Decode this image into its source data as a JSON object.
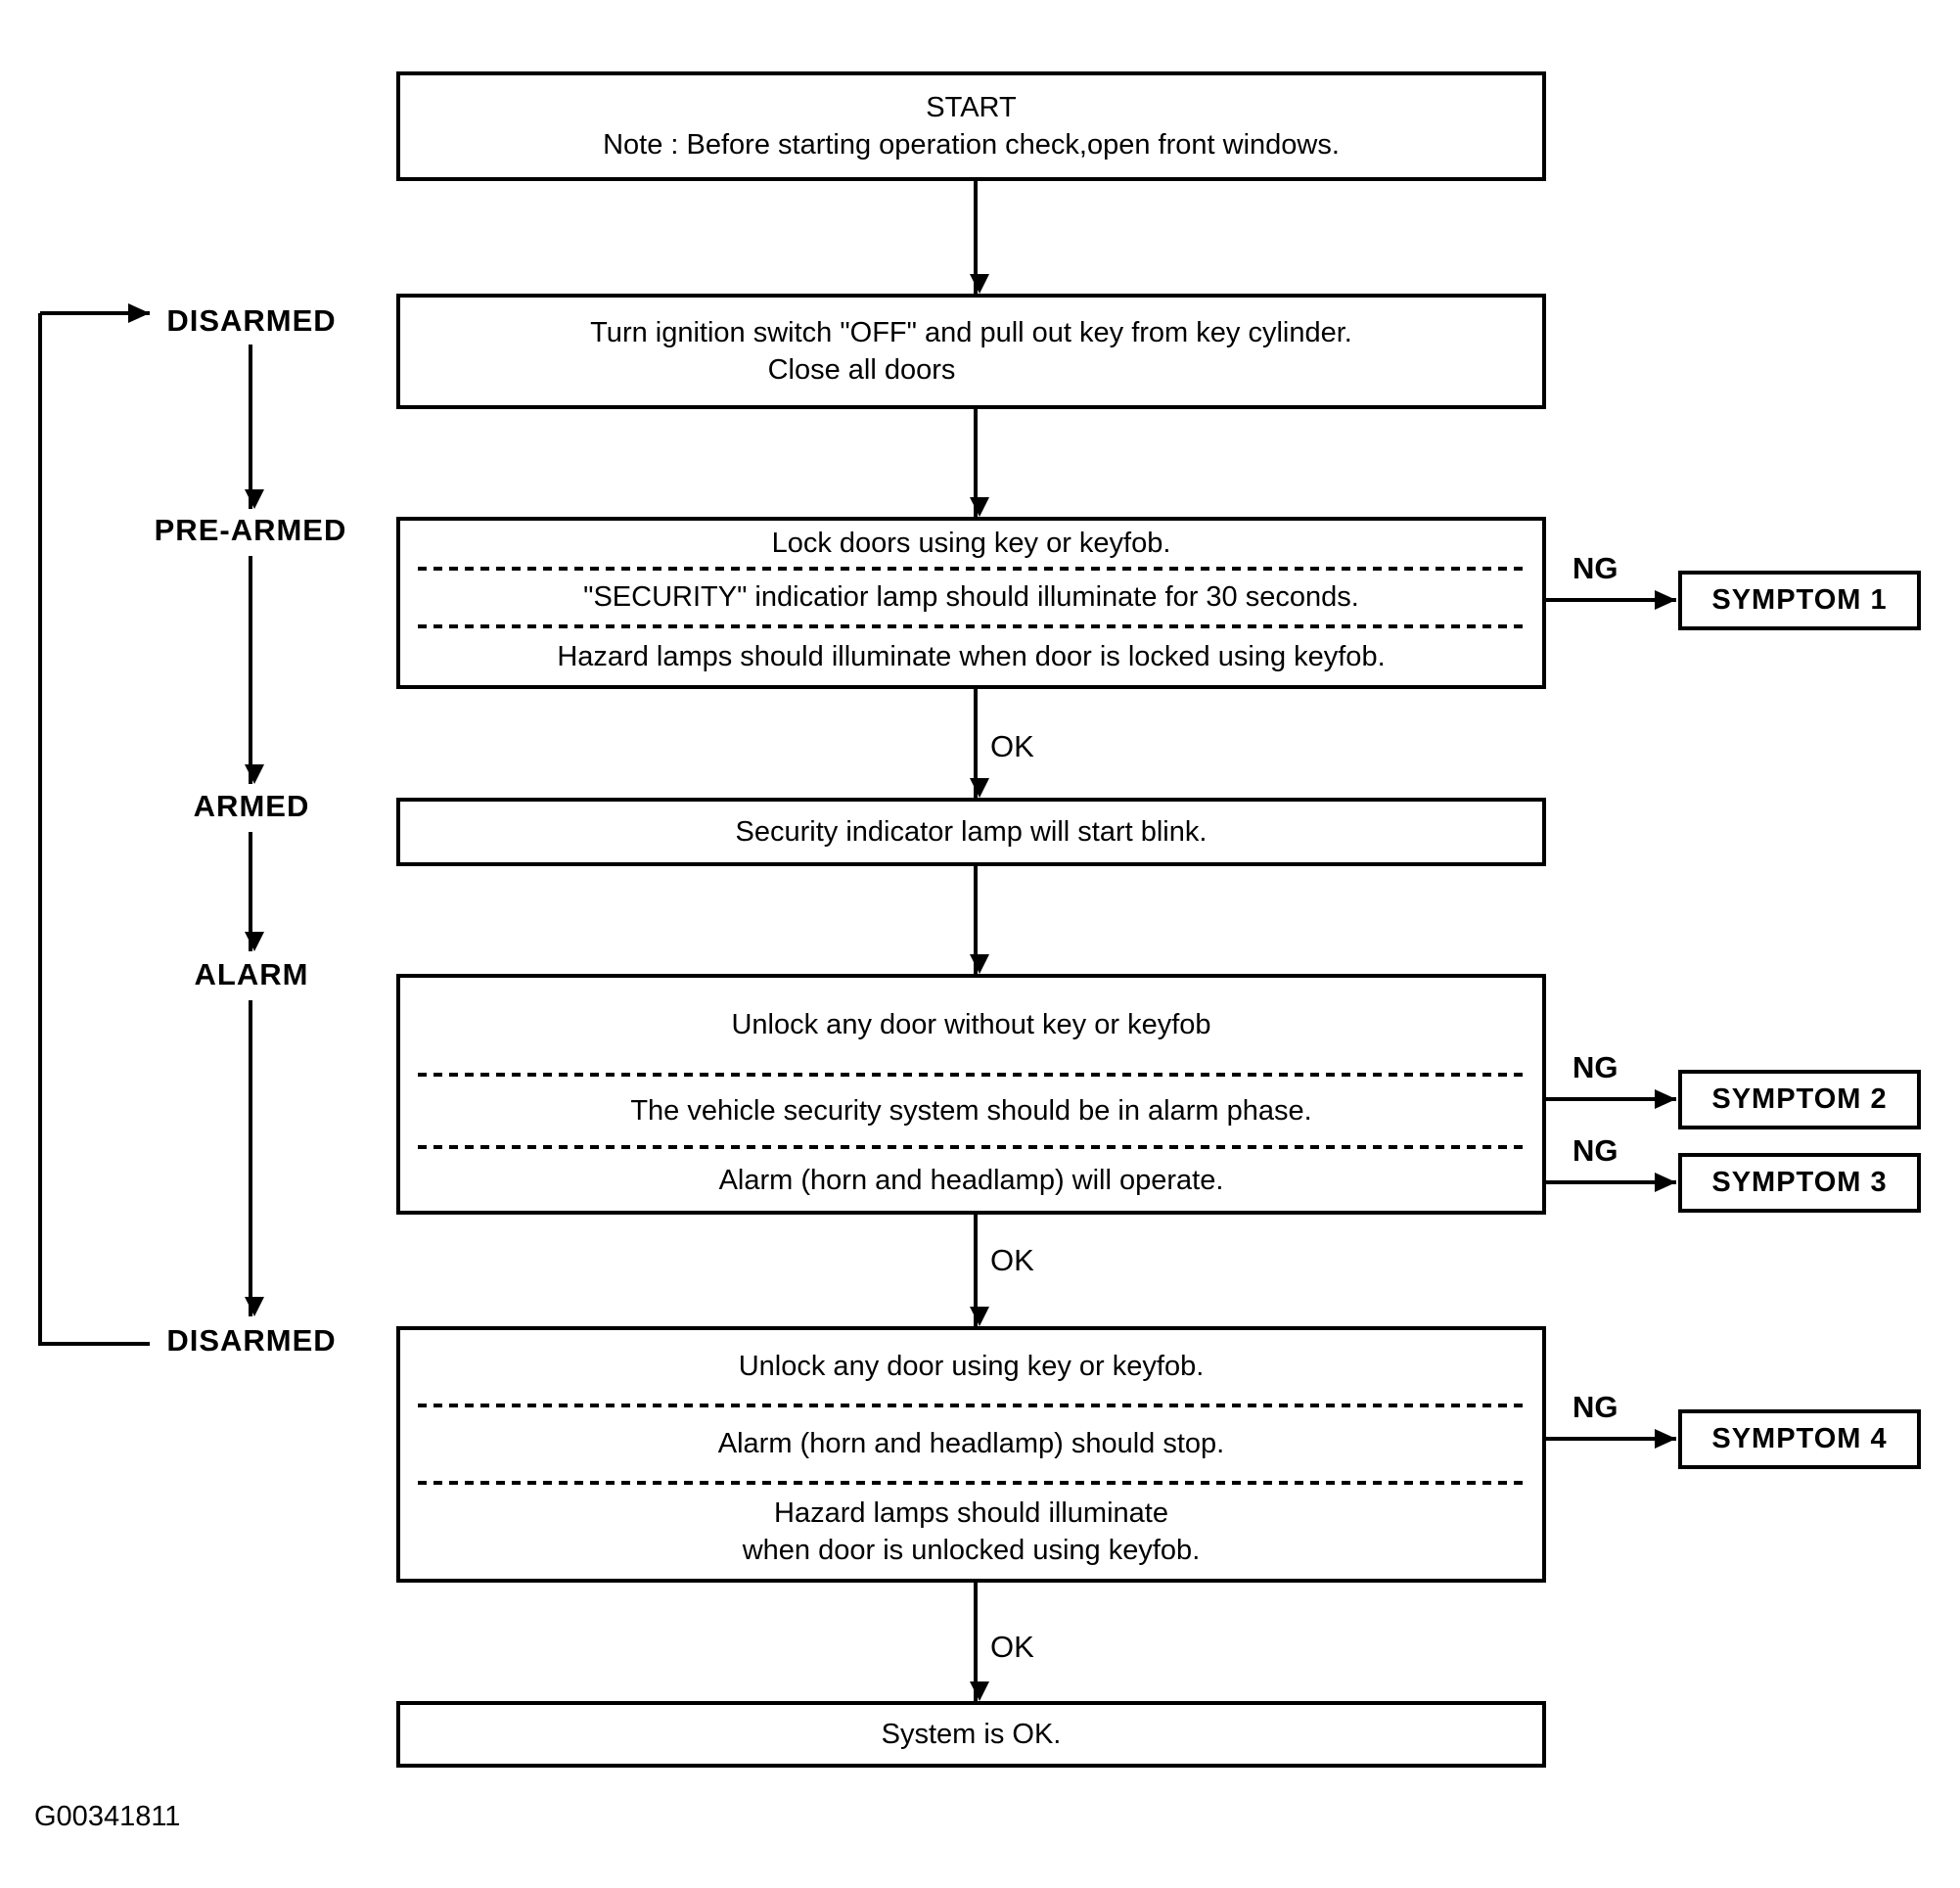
{
  "figure_code": "G00341811",
  "colors": {
    "ink": "#000000",
    "background": "#ffffff"
  },
  "edge_labels": {
    "ok": "OK",
    "ng": "NG"
  },
  "states": {
    "disarmed_top": "DISARMED",
    "pre_armed": "PRE-ARMED",
    "armed": "ARMED",
    "alarm": "ALARM",
    "disarmed_bottom": "DISARMED"
  },
  "flow": {
    "start": {
      "title": "START",
      "note": "Note : Before starting operation check,open front windows."
    },
    "ignition": {
      "line1": "Turn ignition switch \"OFF\" and pull out key from key cylinder.",
      "line2": "Close all doors"
    },
    "lock": {
      "row1": "Lock doors using key or keyfob.",
      "row2": "\"SECURITY\" indicatior lamp should illuminate for 30 seconds.",
      "row3": "Hazard lamps should illuminate when door is locked using keyfob."
    },
    "blink": {
      "row1": "Security indicator lamp will start blink."
    },
    "alarm_test": {
      "row1": "Unlock any door without key or keyfob",
      "row2": "The vehicle security system should be in alarm phase.",
      "row3": "Alarm (horn and headlamp) will operate."
    },
    "disarm_test": {
      "row1": "Unlock any door using key or keyfob.",
      "row2": "Alarm (horn and headlamp) should stop.",
      "row3_line1": "Hazard lamps should illuminate",
      "row3_line2": "when door is unlocked using keyfob."
    },
    "system_ok": {
      "row1": "System is OK."
    }
  },
  "symptoms": [
    {
      "label": "SYMPTOM 1"
    },
    {
      "label": "SYMPTOM 2"
    },
    {
      "label": "SYMPTOM 3"
    },
    {
      "label": "SYMPTOM 4"
    }
  ]
}
